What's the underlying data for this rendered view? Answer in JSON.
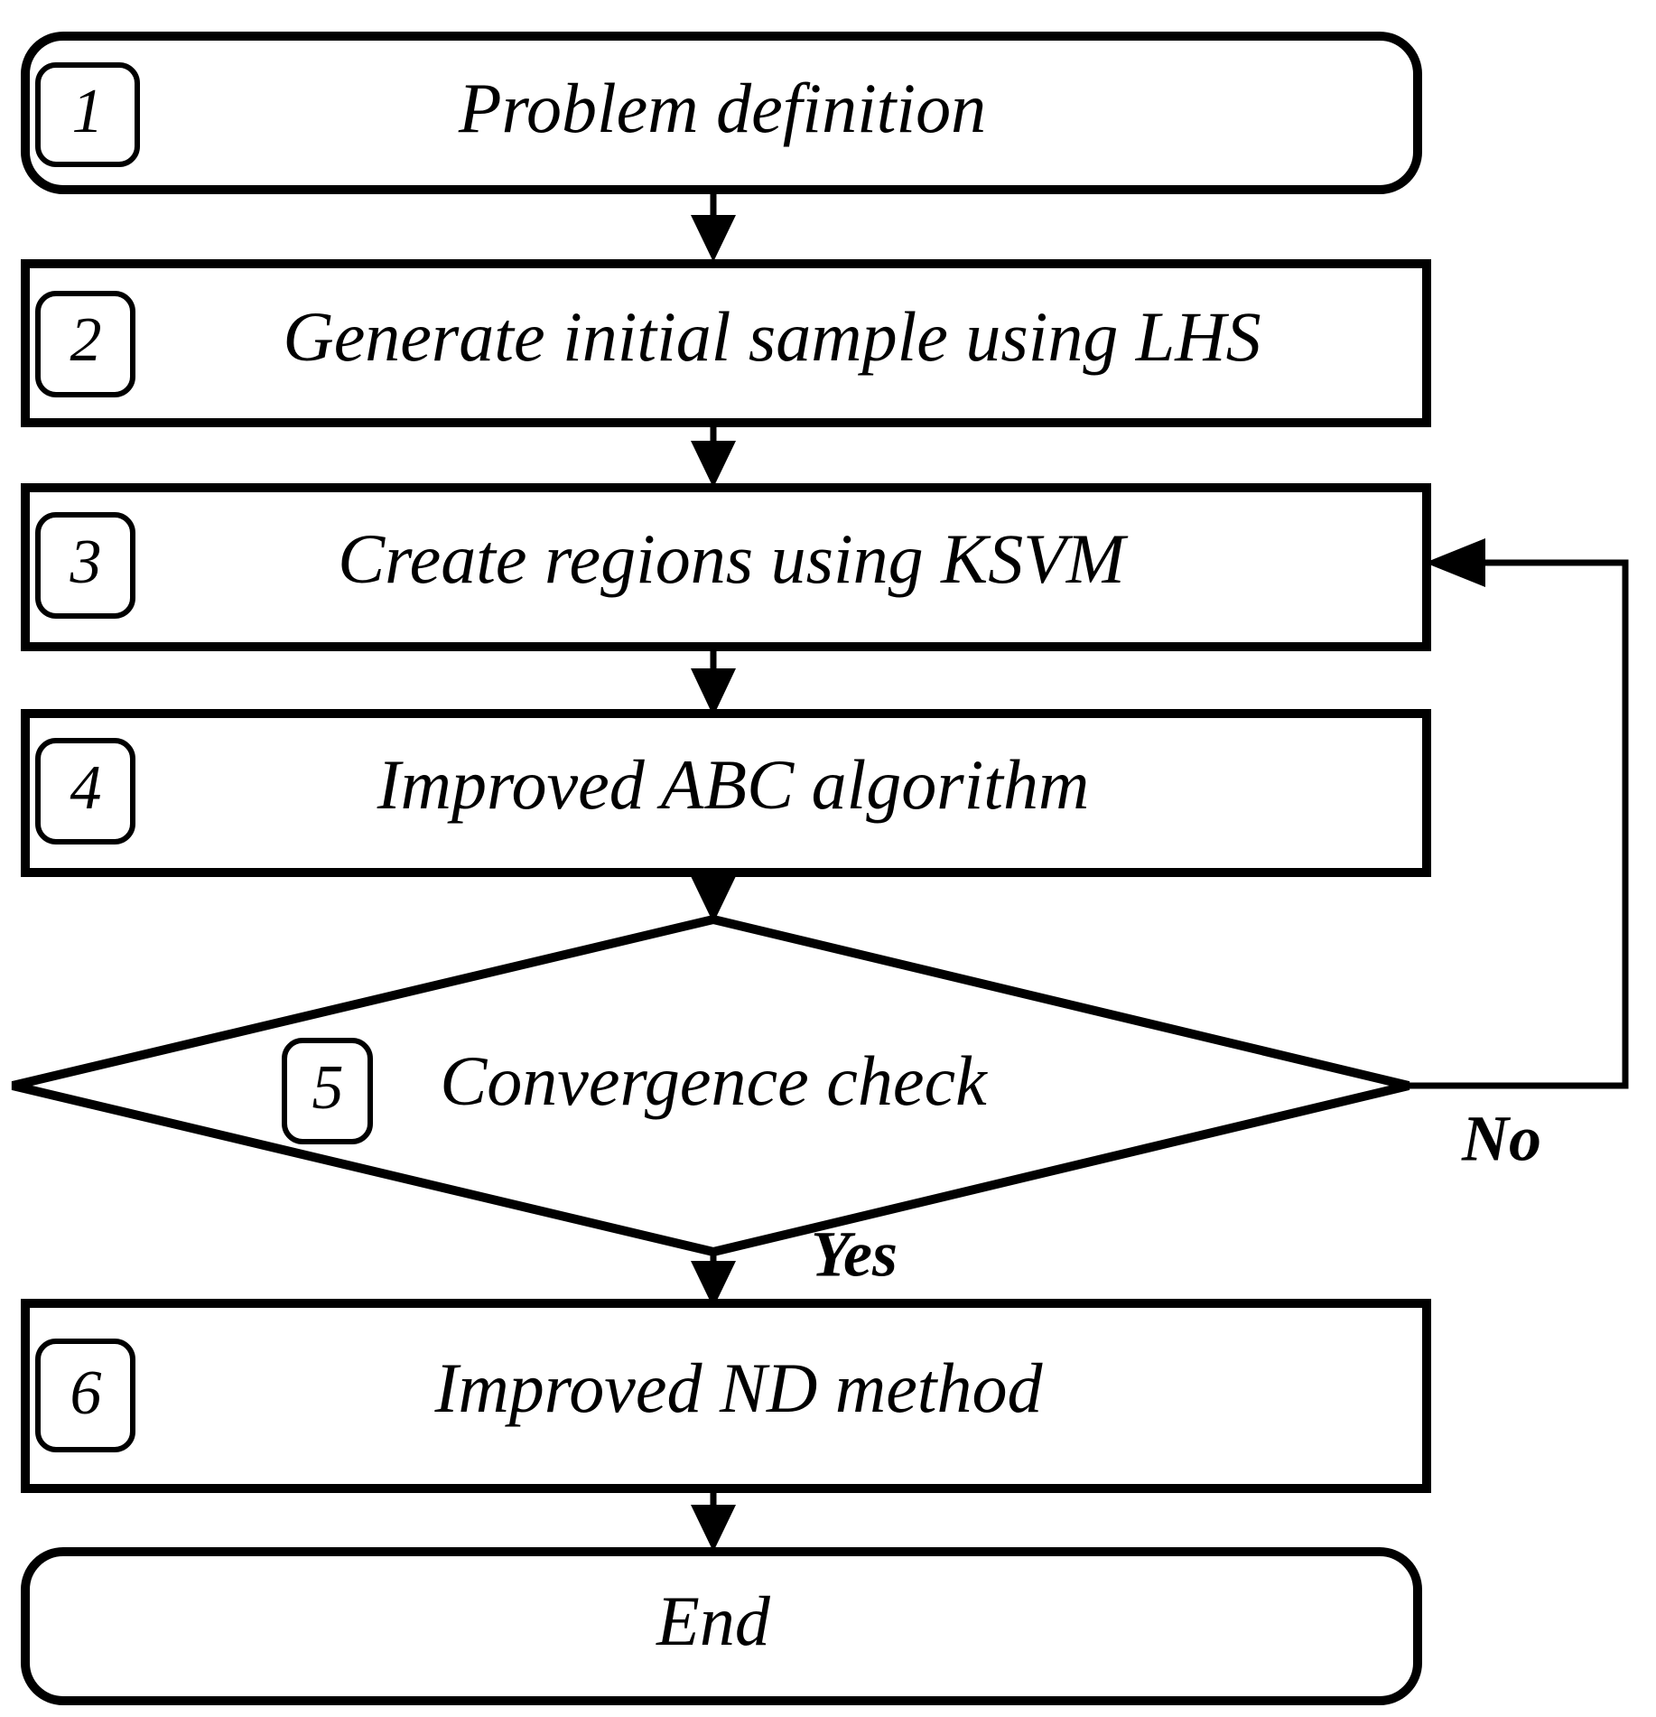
{
  "diagram": {
    "type": "flowchart",
    "orientation": "vertical",
    "title": "",
    "colors": {
      "background": "#ffffff",
      "stroke": "#000000",
      "fill": "#ffffff",
      "text": "#000000"
    },
    "nodes": [
      {
        "id": "n1",
        "step": "1",
        "label": "Problem definition",
        "shape": "rounded-rectangle",
        "has_badge": true
      },
      {
        "id": "n2",
        "step": "2",
        "label": "Generate initial sample using LHS",
        "shape": "rectangle",
        "has_badge": true
      },
      {
        "id": "n3",
        "step": "3",
        "label": "Create regions using KSVM",
        "shape": "rectangle",
        "has_badge": true
      },
      {
        "id": "n4",
        "step": "4",
        "label": "Improved ABC algorithm",
        "shape": "rectangle",
        "has_badge": true
      },
      {
        "id": "n5",
        "step": "5",
        "label": "Convergence check",
        "shape": "diamond",
        "has_badge": true
      },
      {
        "id": "n6",
        "step": "6",
        "label": "Improved ND method",
        "shape": "rectangle",
        "has_badge": true
      },
      {
        "id": "n7",
        "step": "",
        "label": "End",
        "shape": "rounded-rectangle",
        "has_badge": false
      }
    ],
    "edges": [
      {
        "id": "e1",
        "from": "n1",
        "to": "n2",
        "label": ""
      },
      {
        "id": "e2",
        "from": "n2",
        "to": "n3",
        "label": ""
      },
      {
        "id": "e3",
        "from": "n3",
        "to": "n4",
        "label": ""
      },
      {
        "id": "e4",
        "from": "n4",
        "to": "n5",
        "label": ""
      },
      {
        "id": "e5",
        "from": "n5",
        "to": "n6",
        "label": "Yes"
      },
      {
        "id": "e6",
        "from": "n5",
        "to": "n3",
        "label": "No"
      },
      {
        "id": "e7",
        "from": "n6",
        "to": "n7",
        "label": ""
      }
    ],
    "branch_labels": {
      "yes": "Yes",
      "no": "No"
    }
  }
}
